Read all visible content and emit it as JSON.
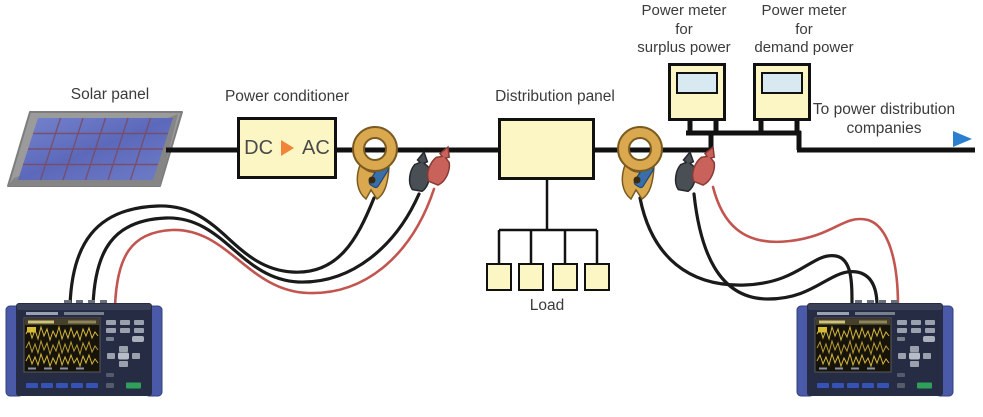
{
  "labels": {
    "solar_panel": "Solar panel",
    "power_conditioner": "Power conditioner",
    "dc": "DC",
    "ac": "AC",
    "distribution_panel": "Distribution panel",
    "load": "Load",
    "power_meter_surplus": "Power meter\nfor\nsurplus power",
    "power_meter_demand": "Power meter\nfor\ndemand power",
    "to_power_companies": "To power distribution\ncompanies"
  },
  "icons": {
    "dc_to_ac_arrow": "orange right-pointing triangle",
    "to_companies_arrow": "blue right-pointing triangle",
    "clamp_sensor": "tan current clamp on wire",
    "alligator_clips": "black and red voltage clips"
  },
  "colors": {
    "box_fill": "#FCF6C4",
    "box_border": "#111111",
    "meter_screen": "#D9E9F2",
    "wire": "#111111",
    "cable_red": "#C2554F",
    "clamp_body": "#D9A84F",
    "clamp_lever": "#3A6EA8",
    "dc_ac_arrow": "#F08438",
    "companies_arrow": "#2B7FD0",
    "analyzer_body": "#262C44",
    "analyzer_bumper": "#4A5AA8",
    "analyzer_fn_key": "#3752B5",
    "analyzer_start_key": "#2FA05A"
  }
}
